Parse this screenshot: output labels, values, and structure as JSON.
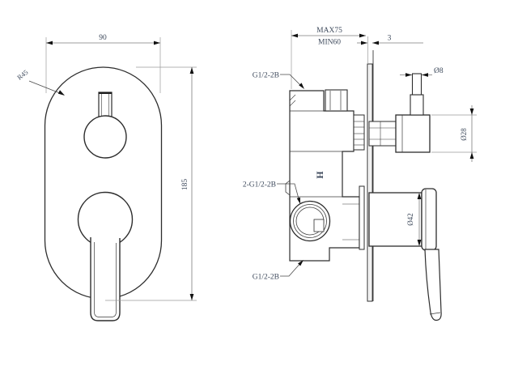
{
  "drawing": {
    "front_view": {
      "dim_width": "90",
      "dim_height": "185",
      "radius_label": "R45"
    },
    "section_view": {
      "dim_depth_max": "MAX75",
      "dim_depth_min": "MIN60",
      "dim_plate_thickness": "3",
      "port_top_label": "G1/2-2B",
      "port_side_label": "2-G1/2-2B",
      "port_bottom_label": "G1/2-2B",
      "dim_stem_diameter": "Ø8",
      "dim_knob_diameter": "Ø28",
      "dim_handle_diameter": "Ø42",
      "hot_marking": "H"
    },
    "colors": {
      "object_line": "#2d2d2d",
      "dimension_line": "#7d7d7d",
      "text": "#3e4a5c",
      "background": "#ffffff"
    }
  }
}
